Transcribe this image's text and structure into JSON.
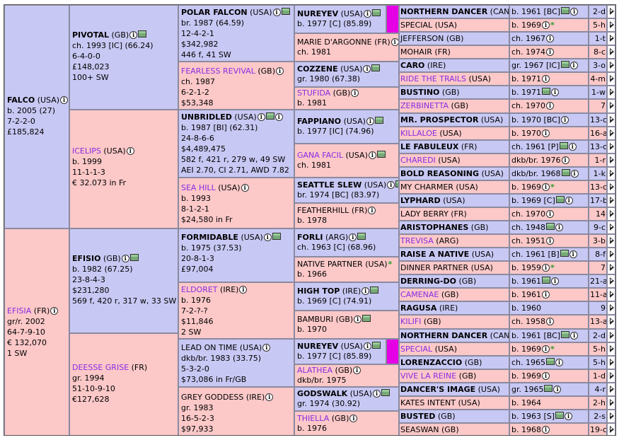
{
  "subject": {
    "sire": {
      "name": "FALCO",
      "country": "(USA)",
      "lines": [
        "b. 2005 (27)",
        "7-2-2-0",
        "£185,824"
      ]
    },
    "dam": {
      "name": "EFISIA",
      "country": "(FR)",
      "lines": [
        "gr/r. 2002",
        "64-7-9-10",
        "€ 132,070",
        "1 SW"
      ]
    }
  },
  "gen2": [
    {
      "name": "PIVOTAL",
      "country": "(GB)",
      "sex": "m",
      "lines": [
        "ch. 1993 [IC] (66.24)",
        "6-4-0-0",
        "£148,023",
        "100+ SW"
      ]
    },
    {
      "name": "ICELIPS",
      "country": "(USA)",
      "sex": "f",
      "lines": [
        "b. 1999",
        "11-1-1-3",
        "€ 32.073 in Fr"
      ]
    },
    {
      "name": "EFISIO",
      "country": "(GB)",
      "sex": "m",
      "lines": [
        "b. 1982 (67.25)",
        "23-8-4-3",
        "$231,280",
        "569 f, 420 r, 317 w, 33 SW"
      ]
    },
    {
      "name": "DEESSE GRISE",
      "country": "(FR)",
      "sex": "f",
      "lines": [
        "gr. 1994",
        "51-10-9-10",
        "€127,628"
      ]
    }
  ],
  "gen3": [
    {
      "name": "POLAR FALCON",
      "country": "(USA)",
      "sex": "m",
      "lines": [
        "br. 1987 (64.59)",
        "12-4-2-1",
        "$342,982",
        "446 f, 41 SW"
      ]
    },
    {
      "name": "FEARLESS REVIVAL",
      "country": "(GB)",
      "sex": "f",
      "lines": [
        "ch. 1987",
        "6-2-1-2",
        "$53,348"
      ]
    },
    {
      "name": "UNBRIDLED",
      "country": "(USA)",
      "sex": "m",
      "lines": [
        "b. 1987 [BI] (62.31)",
        "24-8-6-6",
        "$4,489,475",
        "582 f, 421 r, 279 w, 49 SW",
        "AEI 2.70, CI 2.71, AWD 7.82"
      ]
    },
    {
      "name": "SEA HILL",
      "country": "(USA)",
      "sex": "f",
      "lines": [
        "b. 1993",
        "8-1-2-1",
        "$24,580 in Fr"
      ]
    },
    {
      "name": "FORMIDABLE",
      "country": "(USA)",
      "sex": "m",
      "lines": [
        "b. 1975 (37.53)",
        "20-8-1-3",
        "£97,004"
      ]
    },
    {
      "name": "ELDORET",
      "country": "(IRE)",
      "sex": "f",
      "lines": [
        "b. 1976",
        "7-2-?-?",
        "$11,846",
        "2 SW"
      ]
    },
    {
      "name": "LEAD ON TIME",
      "country": "(USA)",
      "sex": "m",
      "lines": [
        "dkb/br. 1983 (33.75)",
        "5-3-2-0",
        "$73,086 in Fr/GB"
      ]
    },
    {
      "name": "GREY GODDESS",
      "country": "(IRE)",
      "sex": "f",
      "lines": [
        "gr. 1983",
        "16-5-2-3",
        "$97,933"
      ]
    }
  ],
  "gen4": [
    {
      "name": "NUREYEV",
      "country": "(USA)",
      "sex": "m",
      "line": "b. 1977 [C] (85.89)"
    },
    {
      "name": "MARIE D'ARGONNE",
      "country": "(FR)",
      "sex": "f",
      "line": "ch. 1981"
    },
    {
      "name": "COZZENE",
      "country": "(USA)",
      "sex": "m",
      "line": "gr. 1980 (67.38)"
    },
    {
      "name": "STUFIDA",
      "country": "(GB)",
      "sex": "f",
      "line": "b. 1981"
    },
    {
      "name": "FAPPIANO",
      "country": "(USA)",
      "sex": "m",
      "line": "b. 1977 [IC] (74.96)"
    },
    {
      "name": "GANA FACIL",
      "country": "(USA)",
      "sex": "f",
      "line": "ch. 1981"
    },
    {
      "name": "SEATTLE SLEW",
      "country": "(USA)",
      "sex": "m",
      "line": "br. 1974 [BC] (83.97)"
    },
    {
      "name": "FEATHERHILL",
      "country": "(FR)",
      "sex": "f",
      "line": "b. 1978"
    },
    {
      "name": "FORLI",
      "country": "(ARG)",
      "sex": "m",
      "line": "ch. 1963 [C] (68.96)"
    },
    {
      "name": "NATIVE PARTNER",
      "country": "(USA)",
      "sex": "f",
      "line": "b. 1966"
    },
    {
      "name": "HIGH TOP",
      "country": "(IRE)",
      "sex": "m",
      "line": "b. 1969 [C] (74.91)"
    },
    {
      "name": "BAMBURI",
      "country": "(GB)",
      "sex": "f",
      "line": "b. 1970"
    },
    {
      "name": "NUREYEV",
      "country": "(USA)",
      "sex": "m",
      "line": "b. 1977 [C] (85.89)"
    },
    {
      "name": "ALATHEA",
      "country": "(GB)",
      "sex": "f",
      "line": "dkb/br. 1975"
    },
    {
      "name": "GODSWALK",
      "country": "(USA)",
      "sex": "m",
      "line": "gr. 1974 (30.92)"
    },
    {
      "name": "THIELLA",
      "country": "(GB)",
      "sex": "f",
      "line": "b. 1976"
    }
  ],
  "gen5": [
    {
      "name": "NORTHERN DANCER",
      "country": "(CAN)",
      "sex": "m",
      "date": "b. 1961 [BC]",
      "rec": "2-d"
    },
    {
      "name": "SPECIAL",
      "country": "(USA)",
      "sex": "f",
      "date": "b. 1969",
      "rec": "5-h"
    },
    {
      "name": "JEFFERSON",
      "country": "(GB)",
      "sex": "m",
      "date": "ch. 1967",
      "rec": "1-t"
    },
    {
      "name": "MOHAIR",
      "country": "(FR)",
      "sex": "f",
      "date": "ch. 1974",
      "rec": "8-c"
    },
    {
      "name": "CARO",
      "country": "(IRE)",
      "sex": "m",
      "date": "gr. 1967 [IC]",
      "rec": "3-o"
    },
    {
      "name": "RIDE THE TRAILS",
      "country": "(USA)",
      "sex": "f",
      "date": "b. 1971",
      "rec": "4-m"
    },
    {
      "name": "BUSTINO",
      "country": "(GB)",
      "sex": "m",
      "date": "b. 1971",
      "rec": "1-w"
    },
    {
      "name": "ZERBINETTA",
      "country": "(GB)",
      "sex": "f",
      "date": "ch. 1970",
      "rec": "7"
    },
    {
      "name": "MR. PROSPECTOR",
      "country": "(USA)",
      "sex": "m",
      "date": "b. 1970 [BC]",
      "rec": "13-c"
    },
    {
      "name": "KILLALOE",
      "country": "(USA)",
      "sex": "f",
      "date": "b. 1970",
      "rec": "16-a"
    },
    {
      "name": "LE FABULEUX",
      "country": "(FR)",
      "sex": "m",
      "date": "ch. 1961 [P]",
      "rec": "13-c"
    },
    {
      "name": "CHAREDI",
      "country": "(USA)",
      "sex": "f",
      "date": "dkb/br. 1976",
      "rec": "1-r"
    },
    {
      "name": "BOLD REASONING",
      "country": "(USA)",
      "sex": "m",
      "date": "dkb/br. 1968",
      "rec": "1-k"
    },
    {
      "name": "MY CHARMER",
      "country": "(USA)",
      "sex": "f",
      "date": "b. 1969",
      "rec": "13-c"
    },
    {
      "name": "LYPHARD",
      "country": "(USA)",
      "sex": "m",
      "date": "b. 1969 [C]",
      "rec": "17-b"
    },
    {
      "name": "LADY BERRY",
      "country": "(FR)",
      "sex": "f",
      "date": "ch. 1970",
      "rec": "14"
    },
    {
      "name": "ARISTOPHANES",
      "country": "(GB)",
      "sex": "m",
      "date": "ch. 1948",
      "rec": "9-c"
    },
    {
      "name": "TREVISA",
      "country": "(ARG)",
      "sex": "f",
      "date": "ch. 1951",
      "rec": "3-b"
    },
    {
      "name": "RAISE A NATIVE",
      "country": "(USA)",
      "sex": "m",
      "date": "ch. 1961 [B]",
      "rec": "8-f"
    },
    {
      "name": "DINNER PARTNER",
      "country": "(USA)",
      "sex": "f",
      "date": "b. 1959",
      "rec": "7"
    },
    {
      "name": "DERRING-DO",
      "country": "(GB)",
      "sex": "m",
      "date": "b. 1961",
      "rec": "21-a"
    },
    {
      "name": "CAMENAE",
      "country": "(GB)",
      "sex": "f",
      "date": "b. 1961",
      "rec": "11-a"
    },
    {
      "name": "RAGUSA",
      "country": "(IRE)",
      "sex": "m",
      "date": "b. 1960",
      "rec": "9"
    },
    {
      "name": "KILIFI",
      "country": "(GB)",
      "sex": "f",
      "date": "ch. 1958",
      "rec": "13-a"
    },
    {
      "name": "NORTHERN DANCER",
      "country": "(CAN)",
      "sex": "m",
      "date": "b. 1961 [BC]",
      "rec": "2-d"
    },
    {
      "name": "SPECIAL",
      "country": "(USA)",
      "sex": "f",
      "date": "b. 1969",
      "rec": "5-h"
    },
    {
      "name": "LORENZACCIO",
      "country": "(GB)",
      "sex": "m",
      "date": "ch. 1965",
      "rec": "5-h"
    },
    {
      "name": "VIVE LA REINE",
      "country": "(GB)",
      "sex": "f",
      "date": "b. 1969",
      "rec": "1-d"
    },
    {
      "name": "DANCER'S IMAGE",
      "country": "(USA)",
      "sex": "m",
      "date": "gr. 1965",
      "rec": "4-r"
    },
    {
      "name": "KATES INTENT",
      "country": "(USA)",
      "sex": "f",
      "date": "b. 1964",
      "rec": "2-h"
    },
    {
      "name": "BUSTED",
      "country": "(GB)",
      "sex": "m",
      "date": "b. 1963 [S]",
      "rec": "2-s"
    },
    {
      "name": "SEASWAN",
      "country": "(GB)",
      "sex": "f",
      "date": "b. 1968",
      "rec": "19-c"
    }
  ],
  "colors": {
    "male_bg": "#c8c8f4",
    "female_bg": "#fcc8c8",
    "female_link": "#8a2be2",
    "inbreeding_marker": "#e600e6",
    "star": "#2a9d2a"
  },
  "icons": {
    "info": "info-icon",
    "photo": "photo-icon",
    "star": "star-icon",
    "arrow": "expand-arrow-icon"
  }
}
